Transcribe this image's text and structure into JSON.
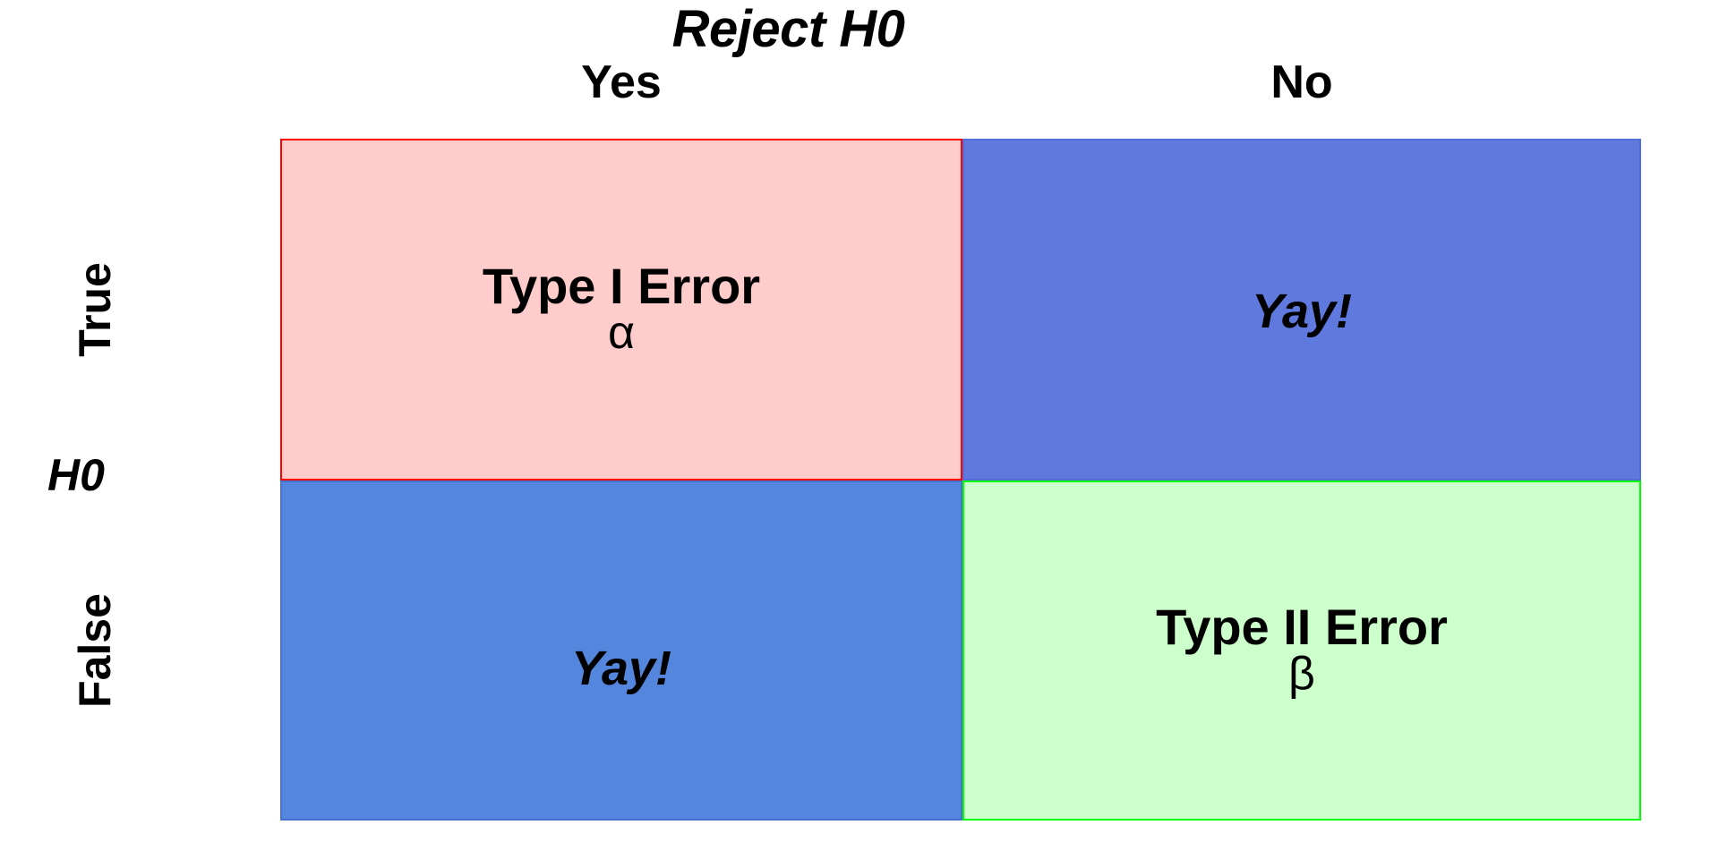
{
  "figure": {
    "title": "Reject H0",
    "row_axis_label": "H0",
    "column_headers": [
      "Yes",
      "No"
    ],
    "row_headers": [
      "True",
      "False"
    ]
  },
  "cells": {
    "true_yes": {
      "title": "Type I Error",
      "symbol": "α",
      "fill": "#ffcccc",
      "border": "#ff0000"
    },
    "true_no": {
      "label": "Yay!",
      "fill": "#6079df",
      "border": "#5070d8"
    },
    "false_yes": {
      "label": "Yay!",
      "fill": "#5586de",
      "border": "#4472ce"
    },
    "false_no": {
      "title": "Type II Error",
      "symbol": "β",
      "fill": "#ccffcc",
      "border": "#00ff00"
    }
  },
  "chart_data": {
    "type": "table",
    "title": "Reject H0",
    "xlabel": "Reject H0",
    "ylabel": "H0",
    "columns": [
      "Yes",
      "No"
    ],
    "rows": [
      "True",
      "False"
    ],
    "values": [
      [
        "Type I Error α",
        "Yay!"
      ],
      [
        "Yay!",
        "Type II Error β"
      ]
    ],
    "cell_colors": [
      [
        "#ffcccc",
        "#6079df"
      ],
      [
        "#5586de",
        "#ccffcc"
      ]
    ],
    "cell_border_colors": [
      [
        "#ff0000",
        "#5070d8"
      ],
      [
        "#4472ce",
        "#00ff00"
      ]
    ],
    "grid": false,
    "legend": "none"
  }
}
